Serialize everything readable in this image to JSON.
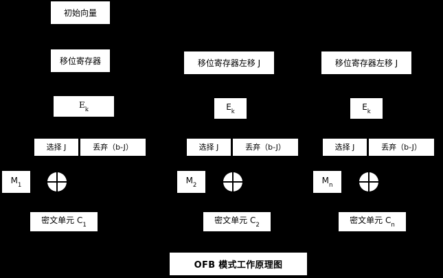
{
  "diagram": {
    "background_color": "#000000",
    "box_color": "#ffffff",
    "text_color": "#000000",
    "title": "OFB 模式工作原理图",
    "iv_label": "初始向量",
    "columns": [
      {
        "id": "col-1",
        "register_label": "移位寄存器",
        "encrypt_label_base": "E",
        "encrypt_label_sub": "k",
        "select_label": "选择 J",
        "discard_label": "丢弃（b-J）",
        "message_label_base": "M",
        "message_label_sub": "1",
        "xor_icon": "xor-circle-icon",
        "cipher_label": "密文单元 C",
        "cipher_label_sub": "1"
      },
      {
        "id": "col-2",
        "register_label": "移位寄存器左移 J",
        "encrypt_label_base": "E",
        "encrypt_label_sub": "k",
        "select_label": "选择 J",
        "discard_label": "丢弃（b-J）",
        "message_label_base": "M",
        "message_label_sub": "2",
        "xor_icon": "xor-circle-icon",
        "cipher_label": "密文单元 C",
        "cipher_label_sub": "2"
      },
      {
        "id": "col-3",
        "register_label": "移位寄存器左移 J",
        "encrypt_label_base": "E",
        "encrypt_label_sub": "k",
        "select_label": "选择 J",
        "discard_label": "丢弃（b-J）",
        "message_label_base": "M",
        "message_label_sub": "n",
        "xor_icon": "xor-circle-icon",
        "cipher_label": "密文单元 C",
        "cipher_label_sub": "n"
      }
    ]
  }
}
